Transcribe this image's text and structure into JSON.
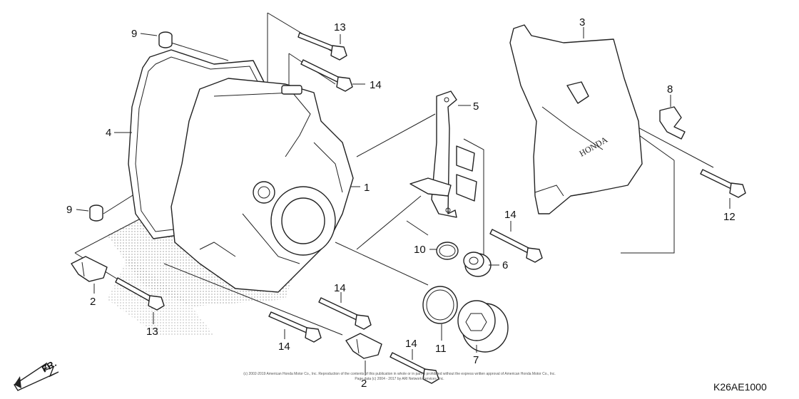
{
  "diagram_code": "K26AE1000",
  "direction_label": "FR.",
  "copyright_line1": "(c) 2002-2019 American Honda Motor Co., Inc. Reproduction of the contents of this publication in whole or in part is prohibited without the express written approval of American Honda Motor Co., Inc.",
  "copyright_line2": "Page data (c) 2004 - 2017 by ARI Network Services, Inc.",
  "brand_mark": "HONDA",
  "callouts": {
    "c1": "1",
    "c2a": "2",
    "c2b": "2",
    "c3": "3",
    "c4": "4",
    "c5": "5",
    "c6": "6",
    "c7": "7",
    "c8": "8",
    "c9a": "9",
    "c9b": "9",
    "c10": "10",
    "c11": "11",
    "c12": "12",
    "c13a": "13",
    "c13b": "13",
    "c14a": "14",
    "c14b": "14",
    "c14c": "14",
    "c14d": "14",
    "c14e": "14"
  }
}
